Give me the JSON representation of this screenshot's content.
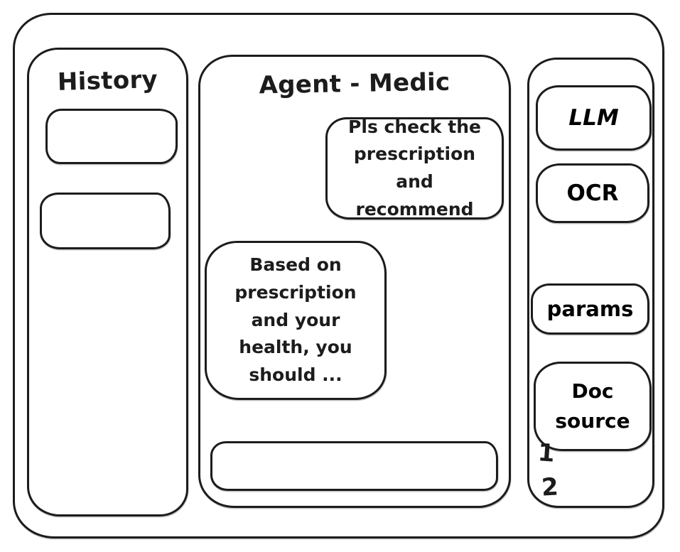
{
  "colors": {
    "ink": "#1c1c1c",
    "background": "#ffffff"
  },
  "history_panel": {
    "title": "History"
  },
  "chat_panel": {
    "title": "Agent - Medic",
    "messages": [
      {
        "role": "user",
        "text": "Pls check the prescription and recommend"
      },
      {
        "role": "assistant",
        "text": "Based on prescription and your health, you should ..."
      }
    ],
    "input": {
      "value": ""
    }
  },
  "tools_panel": {
    "buttons": [
      {
        "label": "LLM"
      },
      {
        "label": "OCR"
      },
      {
        "label": "params"
      },
      {
        "label": "Doc source"
      }
    ],
    "doc_source_items": [
      "1",
      "2"
    ]
  }
}
